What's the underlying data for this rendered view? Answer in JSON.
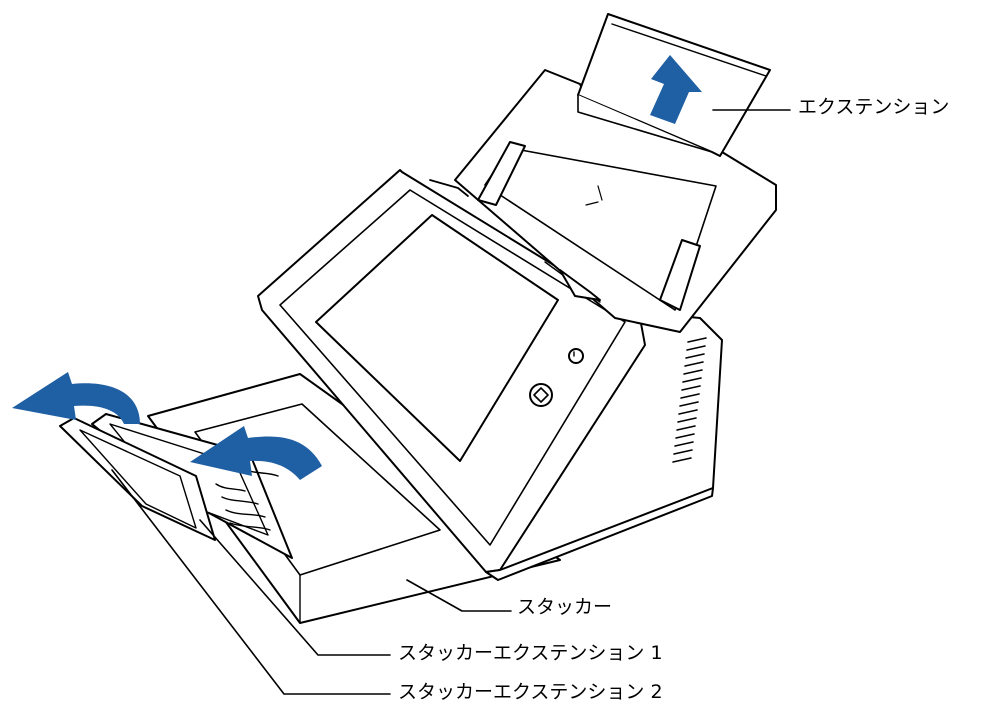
{
  "labels": {
    "extension": "エクステンション",
    "stacker": "スタッカー",
    "stacker_extension_1": "スタッカーエクステンション 1",
    "stacker_extension_2": "スタッカーエクステンション 2"
  },
  "colors": {
    "arrow": "#1f5fa3",
    "line": "#000000",
    "body_fill": "#ffffff"
  },
  "icons": {
    "arrow_up": "up-arrow-icon",
    "arrow_curved": "curved-arrow-icon",
    "power": "power-icon",
    "home": "home-button-icon"
  }
}
